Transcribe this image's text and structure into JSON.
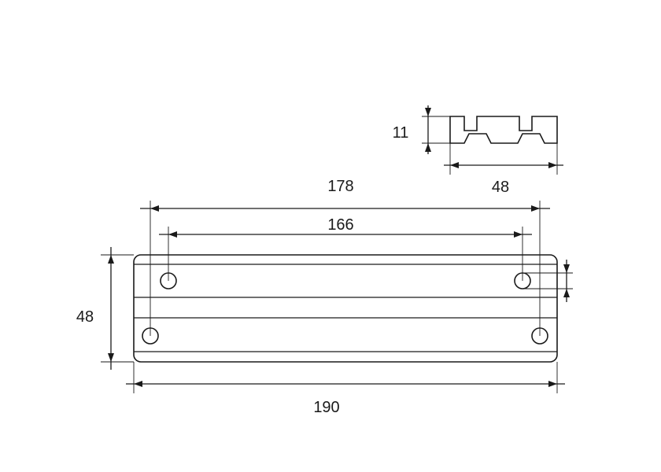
{
  "dimensions": {
    "hole_spacing_outer": "178",
    "hole_spacing_inner": "166",
    "overall_length": "190",
    "height_main": "48",
    "profile_thickness": "11",
    "profile_width": "48"
  },
  "colors": {
    "line": "#1a1a1a",
    "background": "#ffffff"
  }
}
